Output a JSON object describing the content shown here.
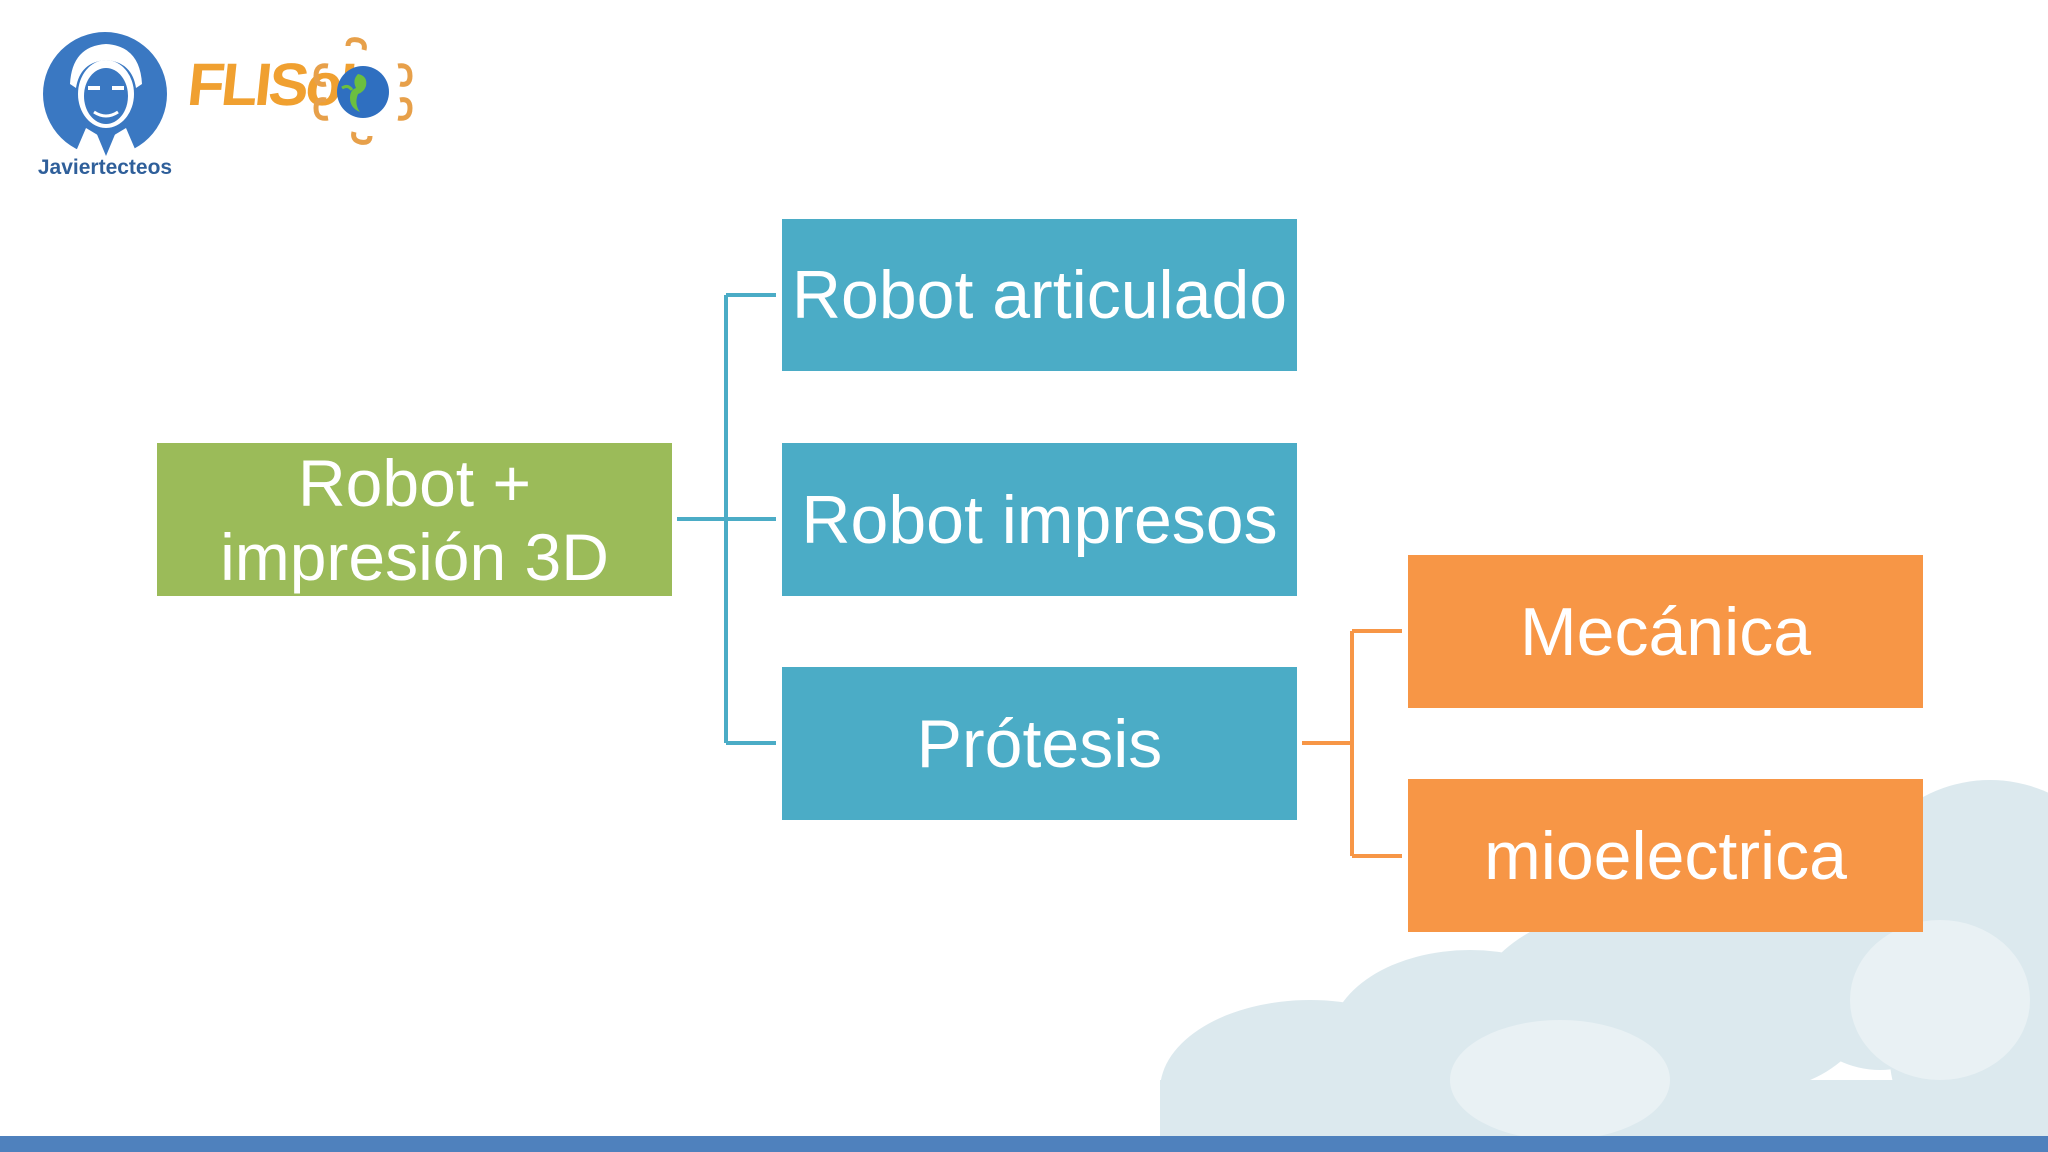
{
  "diagram": {
    "root": {
      "lines": [
        "Robot +",
        "impresión 3D"
      ]
    },
    "level1": [
      {
        "label": "Robot articulado"
      },
      {
        "label": "Robot impresos"
      },
      {
        "label": "Prótesis"
      }
    ],
    "level2": [
      {
        "label": "Mecánica"
      },
      {
        "label": "mioelectrica"
      }
    ]
  },
  "logos": {
    "left_label": "Javiertecteos",
    "right_text": "FLISoL"
  },
  "colors": {
    "root": "#9bbb59",
    "level1": "#4bacc6",
    "level2": "#f79646",
    "connector_blue": "#4bacc6",
    "connector_orange": "#f79646",
    "bottom_bar": "#4f81bd",
    "cloud": "#dce9ee"
  },
  "icons": {
    "left_logo": "portrait-avatar-icon",
    "right_logo": "globe-gear-icon"
  }
}
